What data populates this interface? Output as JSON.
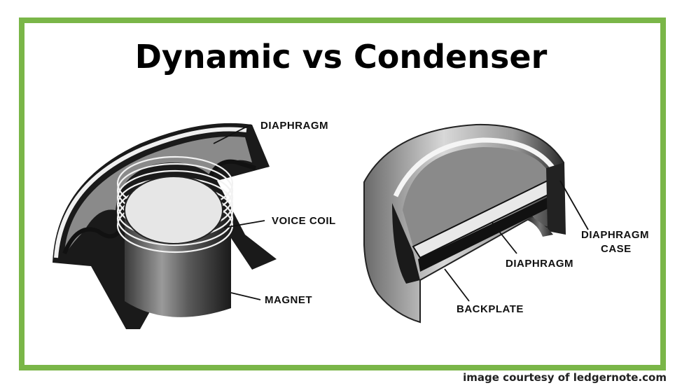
{
  "title": "Dynamic vs Condenser",
  "dynamic_labels": {
    "diaphragm": "DIAPHRAGM",
    "voice_coil": "VOICE COIL",
    "magnet": "MAGNET"
  },
  "condenser_labels": {
    "diaphragm_case_line1": "DIAPHRAGM",
    "diaphragm_case_line2": "CASE",
    "diaphragm": "DIAPHRAGM",
    "backplate": "BACKPLATE"
  },
  "credit": "image courtesy of ledgernote.com",
  "colors": {
    "frame_border": "#7ab648",
    "metal_dark": "#1a1a1a",
    "diaphragm_fill": "#8a8a8a",
    "highlight": "#e8e8e8"
  }
}
